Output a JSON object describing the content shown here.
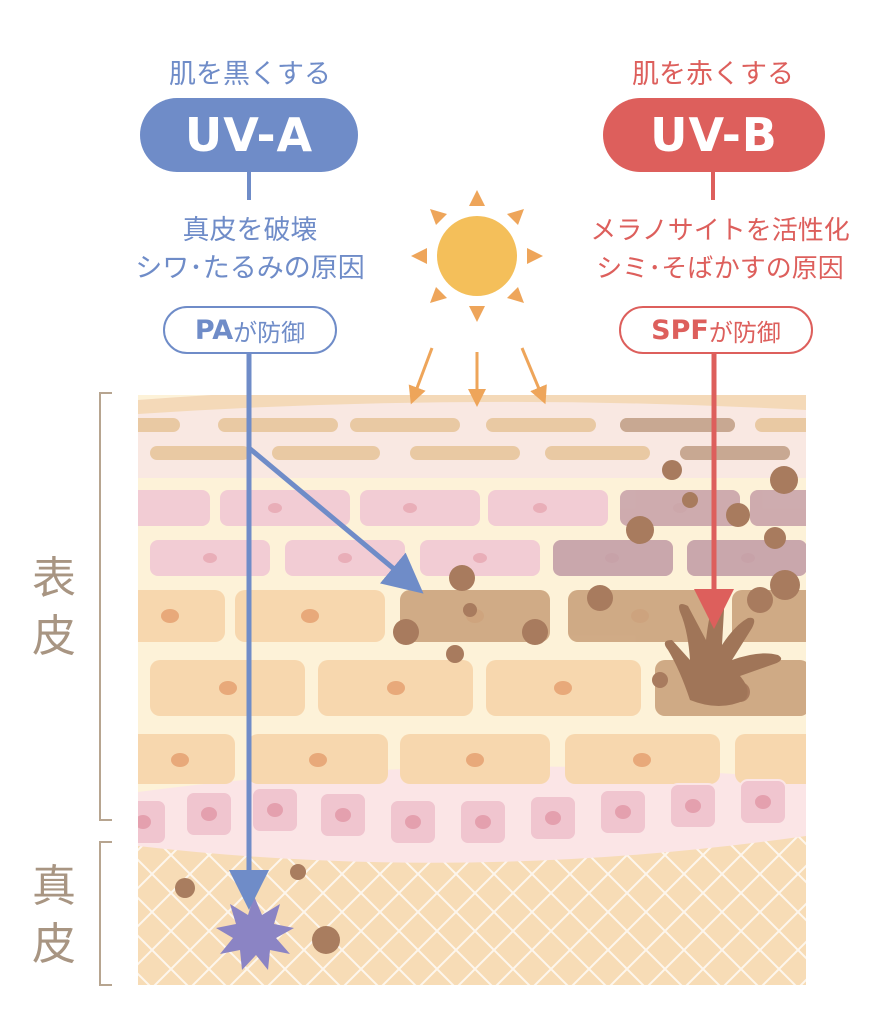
{
  "uva": {
    "caption": "肌を黒くする",
    "name": "UV-A",
    "desc_line1": "真皮を破壊",
    "desc_line2": "シワ･たるみの原因",
    "badge_strong": "PA",
    "badge_rest": "が防御",
    "color": "#6f8cc8"
  },
  "uvb": {
    "caption": "肌を赤くする",
    "name": "UV-B",
    "desc_line1": "メラノサイトを活性化",
    "desc_line2": "シミ･そばかすの原因",
    "badge_strong": "SPF",
    "badge_rest": "が防御",
    "color": "#dd5f5c"
  },
  "layers": {
    "epidermis": "表\n皮",
    "dermis": "真\n皮"
  },
  "icons": {
    "sun": "sun-icon",
    "melanocyte": "melanocyte-icon",
    "damage": "damage-burst-icon"
  }
}
